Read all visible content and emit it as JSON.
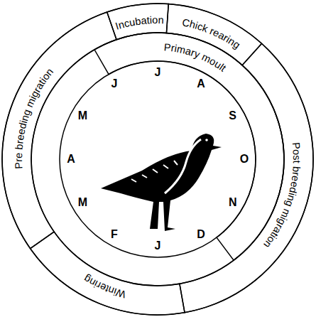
{
  "diagram": {
    "nodes": [
      {
        "text": [
          "Pre breeding migration"
        ]
      },
      {
        "text": [
          "Incubation"
        ]
      },
      {
        "text": [
          "Chick rearing"
        ]
      },
      {
        "text": [
          "Primary moult"
        ]
      },
      {
        "text": [
          "Post breeding migration"
        ]
      },
      {
        "text": [
          "Wintering"
        ]
      }
    ],
    "labels": [
      "J",
      "A",
      "S",
      "O",
      "N",
      "D",
      "J",
      "F",
      "M",
      "A",
      "M",
      "J"
    ]
  }
}
